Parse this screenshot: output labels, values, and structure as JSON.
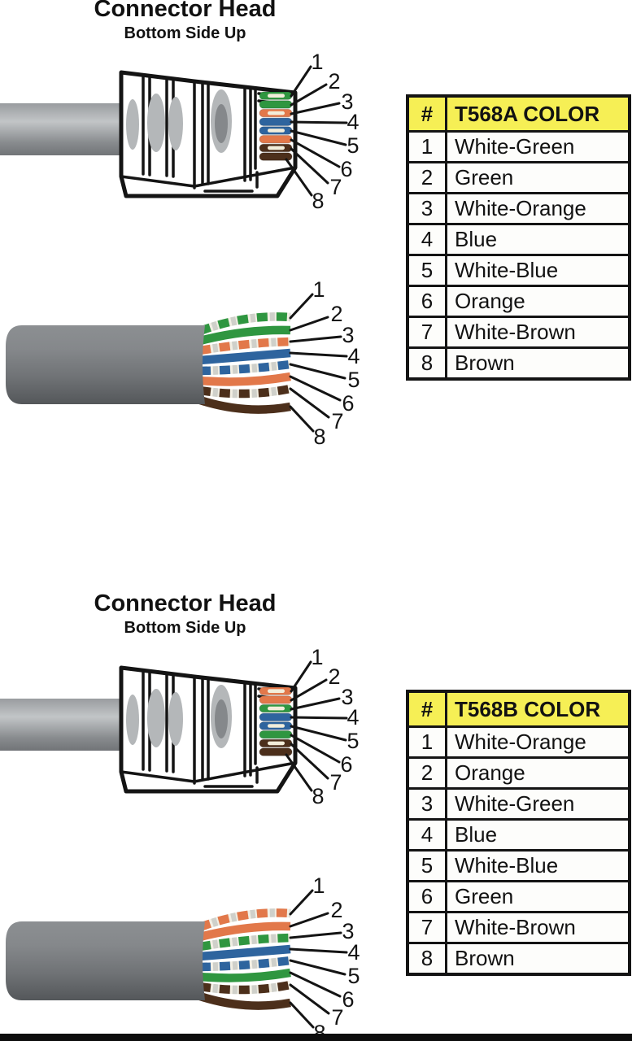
{
  "colors": {
    "green": "#2f9640",
    "orange": "#e2784a",
    "blue": "#2e649e",
    "brown": "#4c2f1b",
    "stripe_white": "#f2efe4",
    "pin_inner": "#f2edda",
    "table_header_bg": "#f6ef55",
    "cable_gray": "#7e8184",
    "footer_bar": "#0d0d0d"
  },
  "pin_numbers": [
    "1",
    "2",
    "3",
    "4",
    "5",
    "6",
    "7",
    "8"
  ],
  "sections": [
    {
      "id": "t568a",
      "title": "Connector Head",
      "subtitle": "Bottom Side Up",
      "table": {
        "header_num": "#",
        "header_color": "T568A COLOR",
        "rows": [
          {
            "num": "1",
            "color": "White-Green"
          },
          {
            "num": "2",
            "color": "Green"
          },
          {
            "num": "3",
            "color": "White-Orange"
          },
          {
            "num": "4",
            "color": "Blue"
          },
          {
            "num": "5",
            "color": "White-Blue"
          },
          {
            "num": "6",
            "color": "Orange"
          },
          {
            "num": "7",
            "color": "White-Brown"
          },
          {
            "num": "8",
            "color": "Brown"
          }
        ]
      },
      "wiring_order": [
        "white-green",
        "green",
        "white-orange",
        "blue",
        "white-blue",
        "orange",
        "white-brown",
        "brown"
      ]
    },
    {
      "id": "t568b",
      "title": "Connector Head",
      "subtitle": "Bottom Side Up",
      "table": {
        "header_num": "#",
        "header_color": "T568B COLOR",
        "rows": [
          {
            "num": "1",
            "color": "White-Orange"
          },
          {
            "num": "2",
            "color": "Orange"
          },
          {
            "num": "3",
            "color": "White-Green"
          },
          {
            "num": "4",
            "color": "Blue"
          },
          {
            "num": "5",
            "color": "White-Blue"
          },
          {
            "num": "6",
            "color": "Green"
          },
          {
            "num": "7",
            "color": "White-Brown"
          },
          {
            "num": "8",
            "color": "Brown"
          }
        ]
      },
      "wiring_order": [
        "white-orange",
        "orange",
        "white-green",
        "blue",
        "white-blue",
        "green",
        "white-brown",
        "brown"
      ]
    }
  ]
}
